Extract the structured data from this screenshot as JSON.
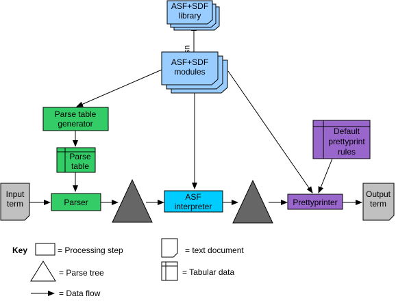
{
  "nodes": {
    "library": [
      "ASF+SDF",
      "library"
    ],
    "modules": [
      "ASF+SDF",
      "modules"
    ],
    "ptgen": [
      "Parse table",
      "generator"
    ],
    "ptable": [
      "Parse",
      "table"
    ],
    "parser": [
      "Parser"
    ],
    "asf": [
      "ASF",
      "interpreter"
    ],
    "pp": [
      "Prettyprinter"
    ],
    "ppr": [
      "Default",
      "prettyprint",
      "rules"
    ],
    "input": [
      "Input",
      "term"
    ],
    "output": [
      "Output",
      "term"
    ]
  },
  "edge_labels": {
    "uses": "uses"
  },
  "key": {
    "title": "Key",
    "processing": "= Processing step",
    "text_document": "= text document",
    "parse_tree": "= Parse tree",
    "tabular": "= Tabular data",
    "data_flow": "= Data flow"
  },
  "colors": {
    "module_blue": "#99ccff",
    "green": "#33cc66",
    "cyan": "#00ccff",
    "purple": "#9966cc",
    "gray_doc": "#c0c0c0",
    "tree_gray": "#666666"
  },
  "icons": [
    "triangle-parse-tree",
    "document-fold",
    "table-grid",
    "arrowhead"
  ]
}
